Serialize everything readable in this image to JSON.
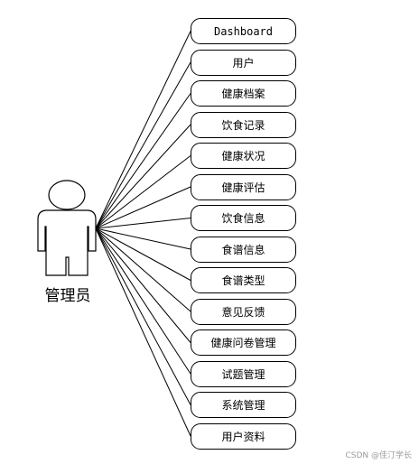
{
  "actor": {
    "label": "管理员"
  },
  "use_cases": [
    {
      "label": "Dashboard",
      "mono": true
    },
    {
      "label": "用户"
    },
    {
      "label": "健康档案"
    },
    {
      "label": "饮食记录"
    },
    {
      "label": "健康状况"
    },
    {
      "label": "健康评估"
    },
    {
      "label": "饮食信息"
    },
    {
      "label": "食谱信息"
    },
    {
      "label": "食谱类型"
    },
    {
      "label": "意见反馈"
    },
    {
      "label": "健康问卷管理"
    },
    {
      "label": "试题管理"
    },
    {
      "label": "系统管理"
    },
    {
      "label": "用户资料"
    }
  ],
  "watermark": "CSDN @佳汀学长",
  "colors": {
    "stroke": "#000000",
    "background": "#ffffff",
    "watermark": "#9a9a9a"
  }
}
